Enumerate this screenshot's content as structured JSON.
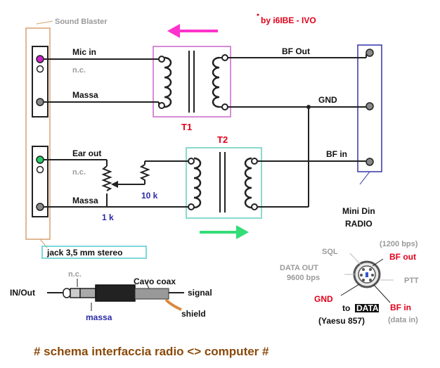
{
  "header": {
    "sound_blaster_label": "Sound Blaster",
    "author": "by i6IBE - IVO"
  },
  "labels": {
    "mic_in": "Mic in",
    "nc_top": "n.c.",
    "massa_top": "Massa",
    "ear_out": "Ear out",
    "nc_mid": "n.c.",
    "massa_bottom": "Massa",
    "bf_out": "BF Out",
    "gnd": "GND",
    "bf_in": "BF in",
    "t1": "T1",
    "t2": "T2",
    "r_10k": "10 k",
    "r_1k": "1 k",
    "mini_din": "Mini Din",
    "radio": "RADIO"
  },
  "jack": {
    "title": "jack 3,5 mm stereo",
    "in_out": "IN/Out",
    "nc": "n.c.",
    "cavo_coax": "Cavo coax",
    "signal": "signal",
    "massa": "massa",
    "shield": "shield"
  },
  "din": {
    "bps1200": "(1200 bps)",
    "sql": "SQL",
    "bf_out": "BF out",
    "data_out": "DATA OUT",
    "bps9600": "9600 bps",
    "ptt": "PTT",
    "gnd": "GND",
    "to": "to",
    "data": "DATA",
    "bf_in": "BF in",
    "yaesu": "(Yaesu 857)",
    "data_in": "(data in)"
  },
  "footer": {
    "title": "# schema  interfaccia  radio <> computer #"
  },
  "colors": {
    "pink_arrow": "#ff33cc",
    "green_arrow": "#33dd77",
    "t1_frame": "#cc66cc",
    "t2_frame": "#66ccbb",
    "din_frame": "#3333aa",
    "sound_blaster_frame": "#d9a070",
    "jack_frame": "#55cccc",
    "mic_pin": "#cc22cc",
    "ear_pin": "#22cc66"
  }
}
